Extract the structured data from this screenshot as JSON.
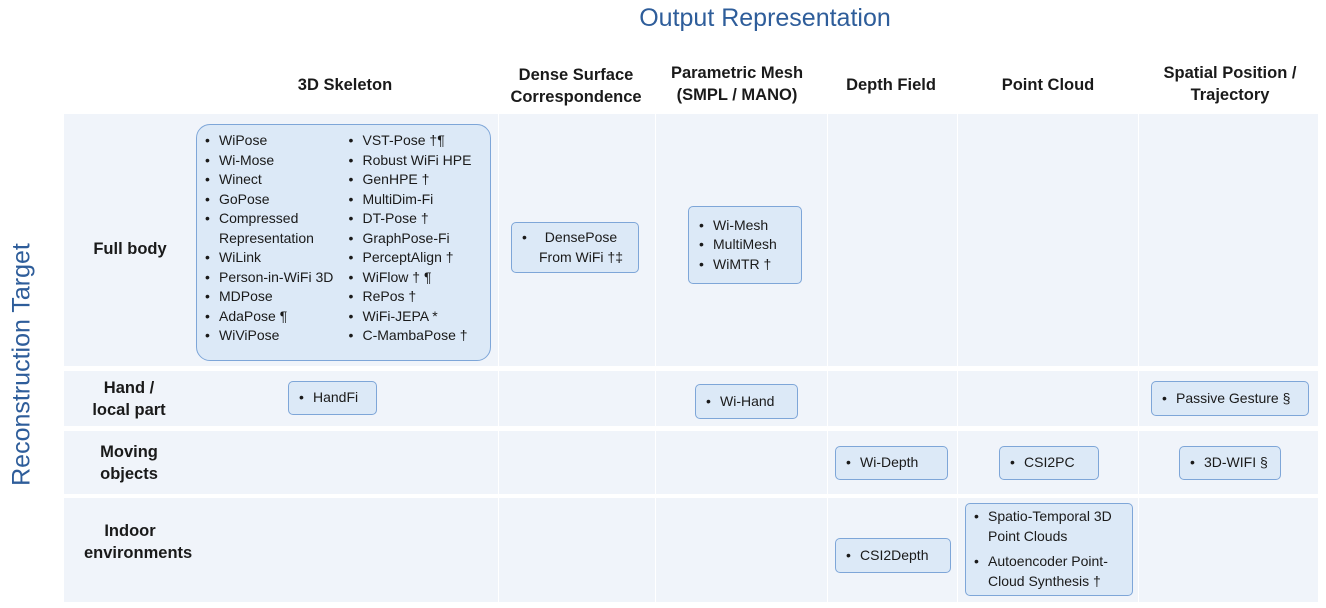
{
  "title": "Output Representation",
  "side_label": "Reconstruction Target",
  "columns": [
    "3D Skeleton",
    "Dense Surface Correspondence",
    "Parametric Mesh (SMPL / MANO)",
    "Depth Field",
    "Point Cloud",
    "Spatial Position / Trajectory"
  ],
  "rows": [
    "Full body",
    "Hand / local part",
    "Moving objects",
    "Indoor environments"
  ],
  "cells": {
    "full_3d_left": [
      "WiPose",
      "Wi-Mose",
      "Winect",
      "GoPose",
      "Compressed Representation",
      "WiLink",
      "Person-in-WiFi 3D",
      "MDPose",
      "AdaPose ¶",
      "WiViPose"
    ],
    "full_3d_right": [
      "VST-Pose †¶",
      "Robust WiFi HPE",
      "GenHPE †",
      "MultiDim-Fi",
      "DT-Pose †",
      "GraphPose-Fi",
      "PerceptAlign †",
      "WiFlow † ¶",
      "RePos †",
      "WiFi-JEPA *",
      "C-MambaPose †"
    ],
    "full_dense": [
      "DensePose From WiFi †‡"
    ],
    "full_mesh": [
      "Wi-Mesh",
      "MultiMesh",
      "WiMTR †"
    ],
    "hand_3d": [
      "HandFi"
    ],
    "hand_mesh": [
      "Wi-Hand"
    ],
    "hand_spatial": [
      "Passive Gesture §"
    ],
    "moving_depth": [
      "Wi-Depth"
    ],
    "moving_point": [
      "CSI2PC"
    ],
    "moving_spatial": [
      "3D-WIFI §"
    ],
    "indoor_depth": [
      "CSI2Depth"
    ],
    "indoor_point": [
      "Spatio-Temporal 3D Point Clouds",
      "Autoencoder Point-Cloud Synthesis †"
    ]
  },
  "colors": {
    "accent": "#2e5d9a",
    "band": "#f0f4fa",
    "box_fill": "#dce9f7",
    "box_border": "#7ea6d8"
  }
}
